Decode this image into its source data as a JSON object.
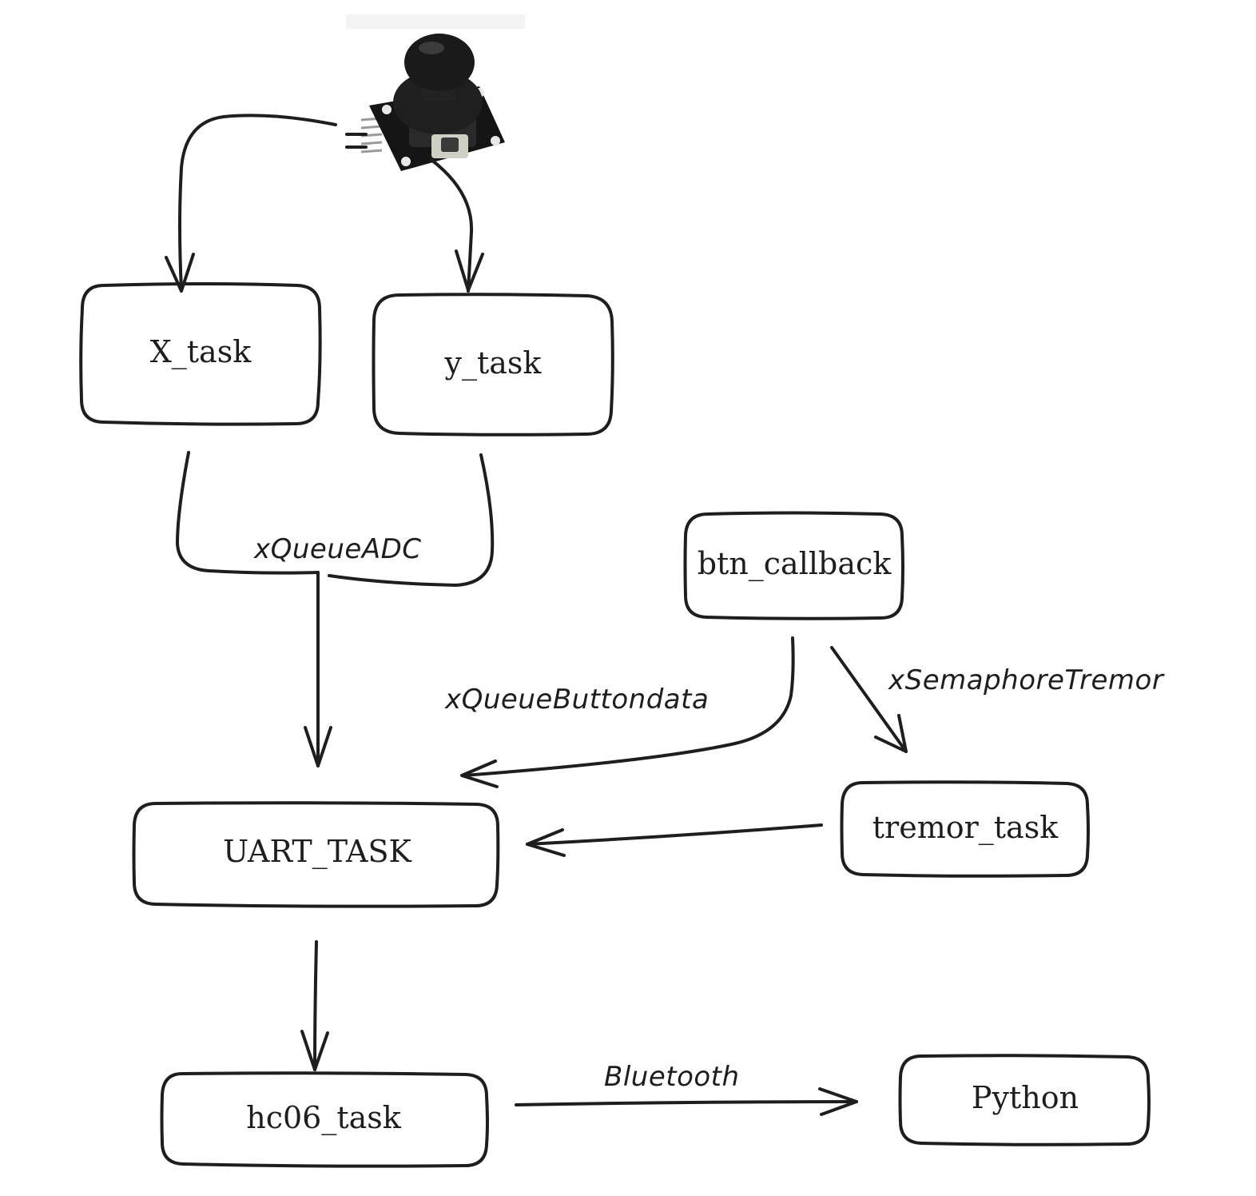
{
  "nodes": {
    "x_task": "X_task",
    "y_task": "y_task",
    "btn_callback": "btn_callback",
    "uart_task": "UART_TASK",
    "tremor_task": "tremor_task",
    "hc06_task": "hc06_task",
    "python": "Python"
  },
  "edges": {
    "queue_adc": "xQueueADC",
    "queue_button": "xQueueButtondata",
    "semaphore_tremor": "xSemaphoreTremor",
    "bluetooth": "Bluetooth"
  },
  "icons": {
    "joystick": "joystick-module-icon"
  },
  "colors": {
    "stroke": "#1e1e1e",
    "background": "#ffffff"
  }
}
